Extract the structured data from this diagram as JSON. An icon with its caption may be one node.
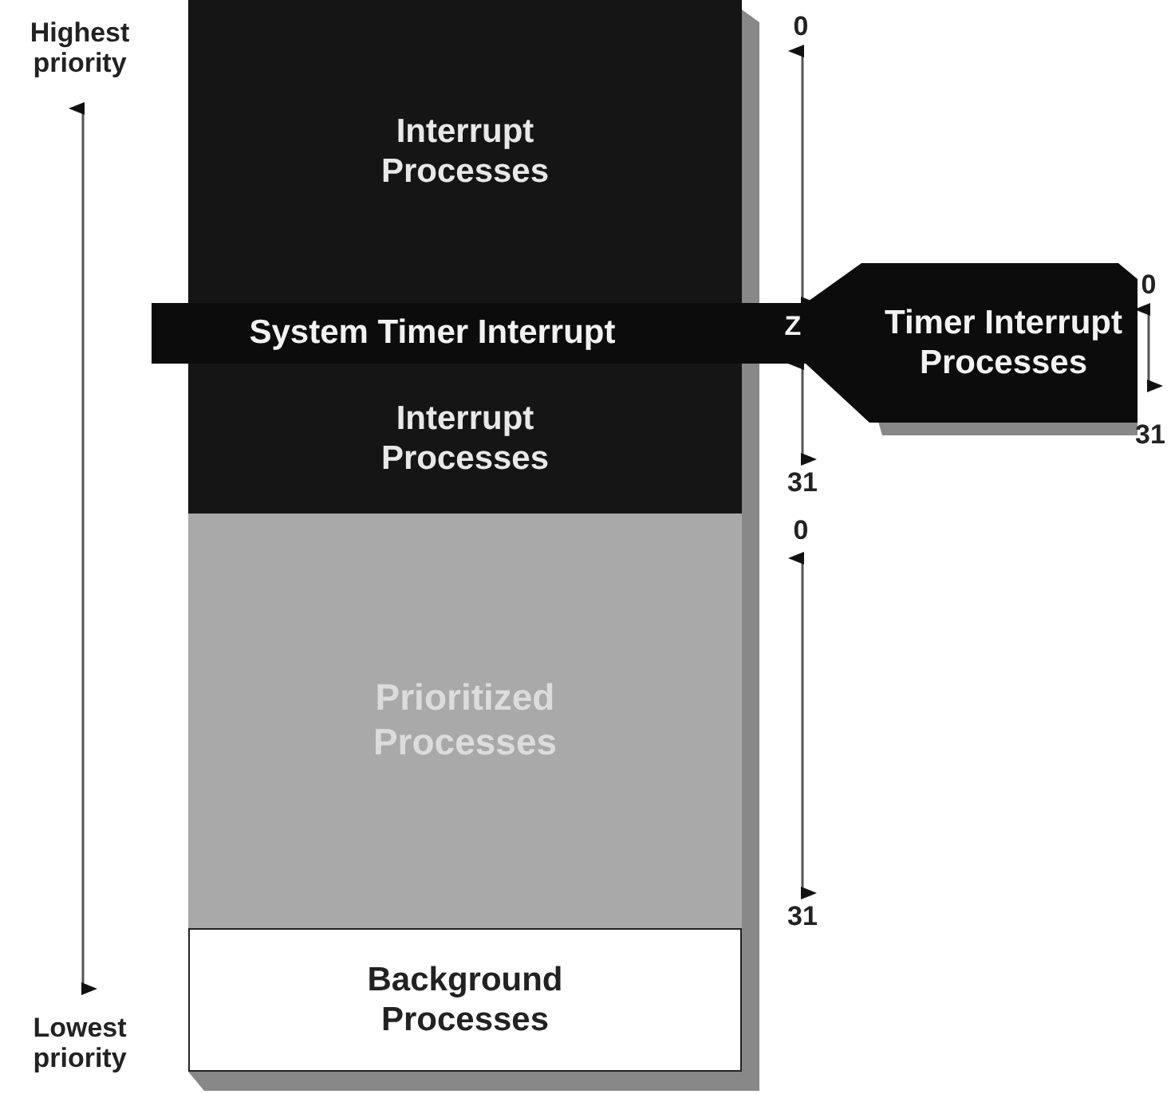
{
  "diagram": {
    "nodes": [
      {
        "text": [
          "Interrupt Processes"
        ]
      },
      {
        "text": [
          "System Timer Interrupt"
        ]
      },
      {
        "text": [
          "Interrupt Processes"
        ]
      },
      {
        "text": [
          "Prioritized Processes"
        ]
      },
      {
        "text": [
          "Background Processes"
        ]
      },
      {
        "text": [
          "Timer Interrupt Processes"
        ]
      }
    ],
    "edges": [],
    "labels": [
      "Highest priority",
      "0",
      "0",
      "Z",
      "31",
      "31",
      "0",
      "31",
      "Lowest priority"
    ]
  }
}
